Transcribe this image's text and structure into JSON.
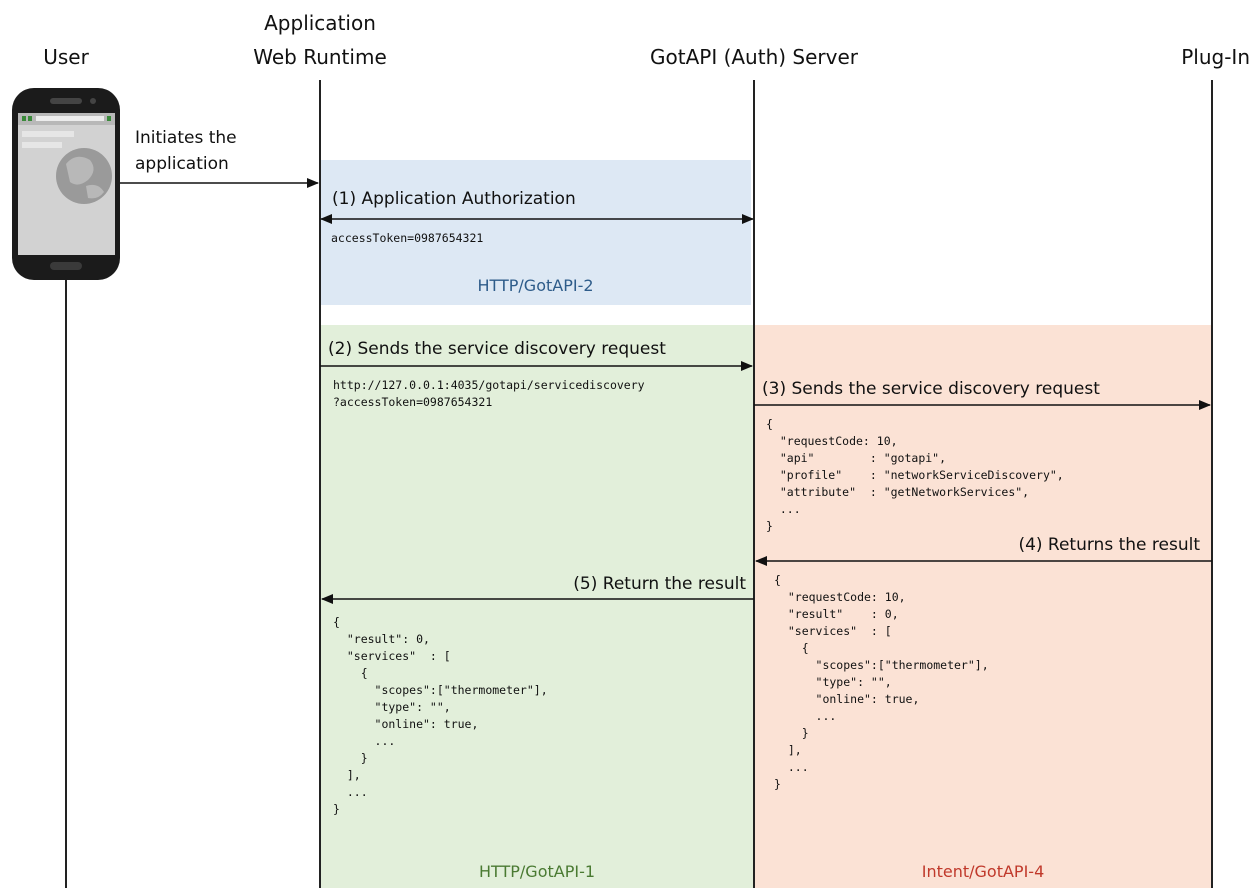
{
  "headers": {
    "user": "User",
    "runtime_line1": "Application",
    "runtime_line2": "Web Runtime",
    "server": "GotAPI (Auth) Server",
    "plugin": "Plug-In"
  },
  "user_action": {
    "line1": "Initiates the",
    "line2": "application"
  },
  "steps": {
    "step1": "(1) Application Authorization",
    "step2": "(2) Sends the service discovery request",
    "step3": "(3) Sends the service discovery request",
    "step4": "(4) Returns the result",
    "step5": "(5) Return the result"
  },
  "code": {
    "token": "accessToken=0987654321",
    "request_url": "http://127.0.0.1:4035/gotapi/servicediscovery\n?accessToken=0987654321",
    "intent_request": "{\n  \"requestCode: 10,\n  \"api\"        : \"gotapi\",\n  \"profile\"    : \"networkServiceDiscovery\",\n  \"attribute\"  : \"getNetworkServices\",\n  ...\n}",
    "intent_result": "{\n  \"requestCode: 10,\n  \"result\"    : 0,\n  \"services\"  : [\n    {\n      \"scopes\":[\"thermometer\"],\n      \"type\": \"\",\n      \"online\": true,\n      ...\n    }\n  ],\n  ...\n}",
    "http_result": "{\n  \"result\": 0,\n  \"services\"  : [\n    {\n      \"scopes\":[\"thermometer\"],\n      \"type\": \"\",\n      \"online\": true,\n      ...\n    }\n  ],\n  ...\n}"
  },
  "protocols": {
    "auth": "HTTP/GotAPI-2",
    "http1": "HTTP/GotAPI-1",
    "intent": "Intent/GotAPI-4"
  },
  "colors": {
    "auth_zone": "#dde8f4",
    "http_zone": "#e2efda",
    "intent_zone": "#fbe2d5",
    "auth_label": "#2e5c8a",
    "http1_label": "#4a7a32",
    "intent_label": "#c0392b"
  },
  "icons": {
    "user_device": "smartphone-icon"
  }
}
